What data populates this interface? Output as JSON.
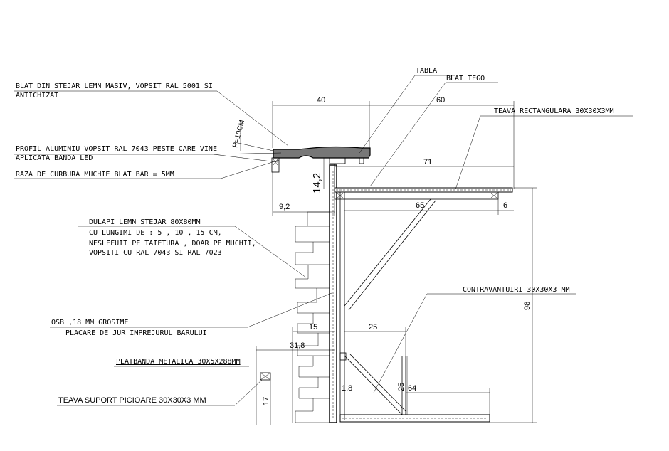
{
  "labels": {
    "tabla": "TABLA",
    "blat_tego": "BLAT TEGO",
    "blat_stejar_1": "BLAT DIN STEJAR LEMN MASIV, VOPSIT RAL 5001 SI",
    "blat_stejar_2": "ANTICHIZAT",
    "teava_rect": "TEAVA RECTANGULARA 30X30X3MM",
    "profil_1": "PROFIL ALUMINIU VOPSIT RAL 7043 PESTE CARE VINE",
    "profil_2": "APLICATA BANDA LED",
    "raza": "RAZA DE CURBURA MUCHIE BLAT BAR = 5MM",
    "dulapi_1": "DULAPI LEMN STEJAR 80X80MM",
    "dulapi_2": "CU LUNGIMI DE : 5 , 10 , 15  CM,",
    "dulapi_3": "NESLEFUIT PE TAIETURA , DOAR PE MUCHII,",
    "dulapi_4": "VOPSITI CU RAL 7043 SI RAL 7023",
    "contravantuiri": "CONTRAVANTUIRI 30X30X3 MM",
    "osb_1": "OSB ,18 MM GROSIME",
    "osb_2": "PLACARE DE JUR IMPREJURUL BARULUI",
    "platbanda": "PLATBANDA METALICA 30X5X288MM",
    "teava_suport": "TEAVA SUPORT PICIOARE 30X30X3 MM"
  },
  "dimensions": {
    "d40": "40",
    "d60": "60",
    "d71": "71",
    "d65": "65",
    "d6": "6",
    "d9_2": "9,2",
    "d14_2": "14,2",
    "d98": "98",
    "d15": "15",
    "d25a": "25",
    "d31_8": "31,8",
    "d1_8": "1,8",
    "d25b": "25",
    "d64": "64",
    "d17": "17",
    "radius": "R=10CM"
  }
}
